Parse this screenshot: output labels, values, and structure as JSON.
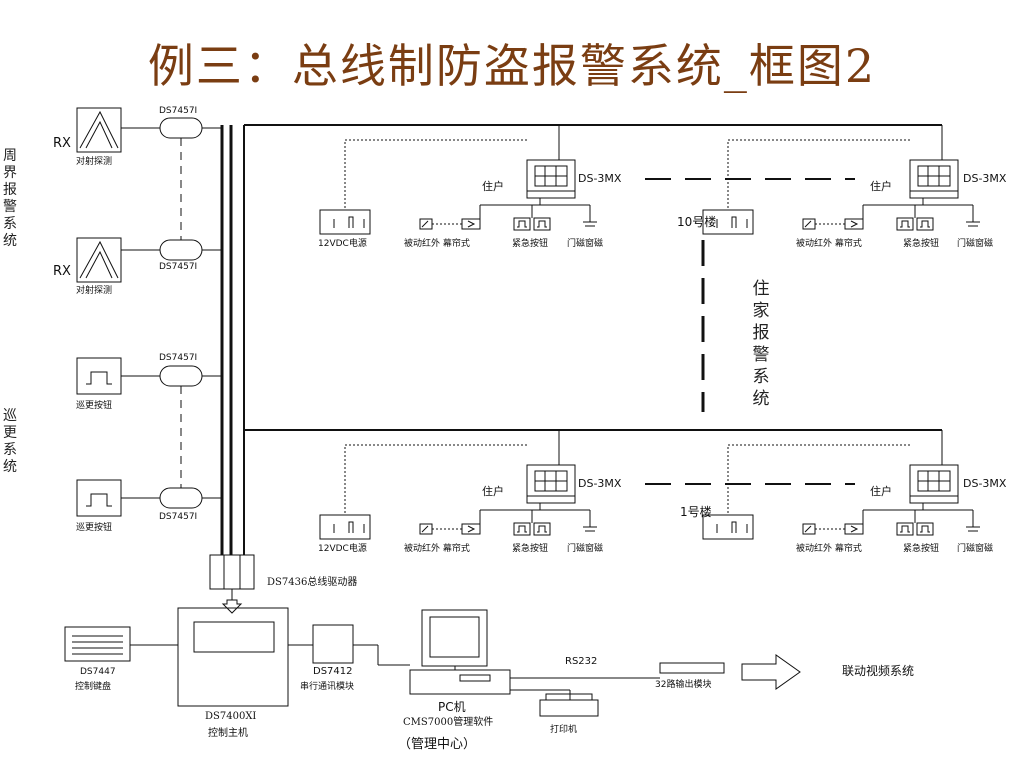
{
  "title": "例三：总线制防盗报警系统_框图2",
  "side_labels": {
    "perimeter": "周界报警系统",
    "patrol": "巡更系统",
    "home": "住家报警系统"
  },
  "perimeter": {
    "rx": "RX",
    "detector": "对射探测",
    "module": "DS7457I"
  },
  "patrol": {
    "module": "DS7457I",
    "button": "巡更按钮"
  },
  "building_top": {
    "name": "10号楼",
    "units": [
      {
        "resident": "住户",
        "keypad": "DS-3MX",
        "power": "12VDC电源",
        "pir": "被动红外 幕帘式",
        "panic": "紧急按钮",
        "door": "门磁窗磁"
      },
      {
        "resident": "住户",
        "keypad": "DS-3MX",
        "pir": "被动红外 幕帘式",
        "panic": "紧急按钮",
        "door": "门磁窗磁"
      }
    ]
  },
  "building_bottom": {
    "name": "1号楼",
    "units": [
      {
        "resident": "住户",
        "keypad": "DS-3MX",
        "power": "12VDC电源",
        "pir": "被动红外 幕帘式",
        "panic": "紧急按钮",
        "door": "门磁窗磁"
      },
      {
        "resident": "住户",
        "keypad": "DS-3MX",
        "pir": "被动红外 幕帘式",
        "panic": "紧急按钮",
        "door": "门磁窗磁"
      }
    ]
  },
  "center": {
    "bus_driver": "DS7436总线驱动器",
    "keyboard_model": "DS7447",
    "keyboard_name": "控制键盘",
    "host_model": "DS7400XI",
    "host_name": "控制主机",
    "serial_model": "DS7412",
    "serial_name": "串行通讯模块",
    "pc": "PC机",
    "software": "CMS7000管理软件",
    "management": "（管理中心）",
    "printer": "打印机",
    "rs232": "RS232",
    "output_module": "32路输出模块",
    "video": "联动视频系统"
  }
}
